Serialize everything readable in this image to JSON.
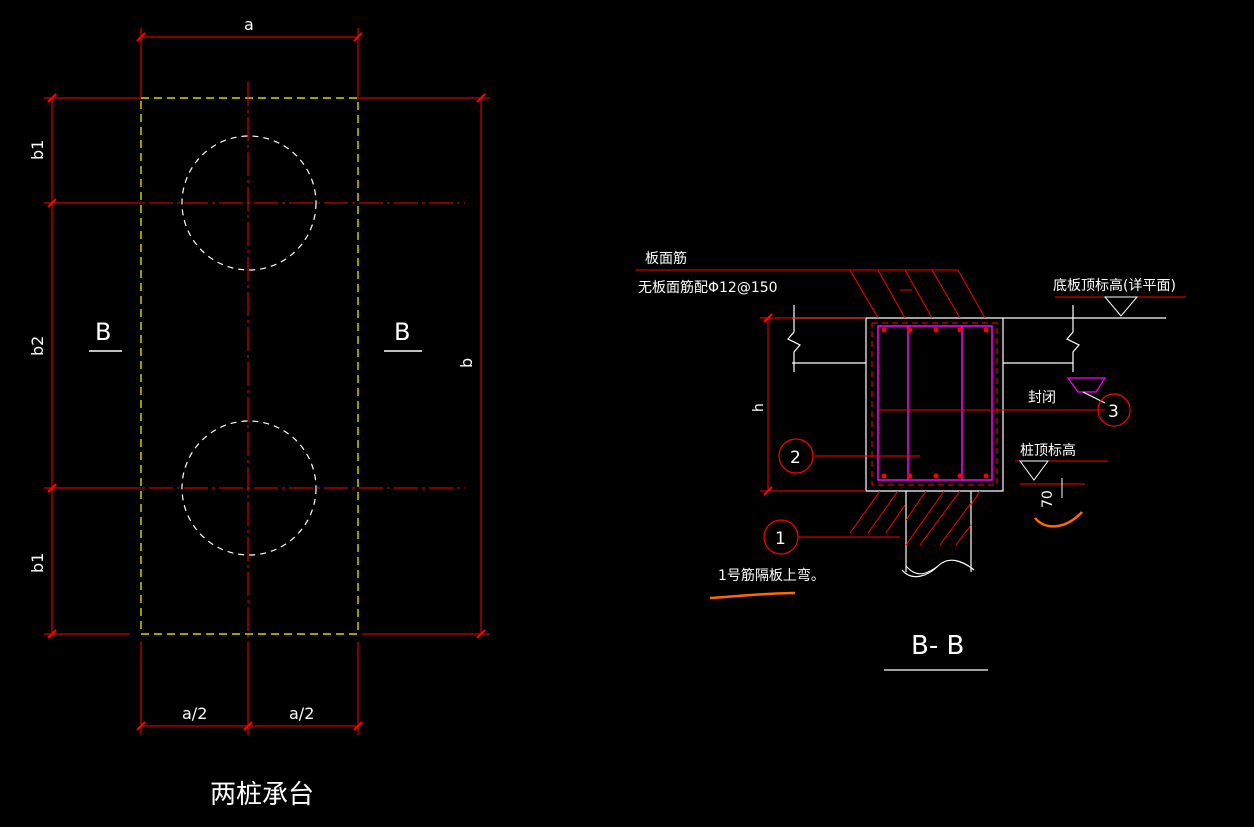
{
  "plan": {
    "dim_top": "a",
    "dim_left_top": "b1",
    "dim_left_mid": "b2",
    "dim_left_bottom": "b1",
    "dim_right": "b",
    "dim_bottom_left": "a/2",
    "dim_bottom_right": "a/2",
    "section_mark_left": "B",
    "section_mark_right": "B",
    "title": "两桩承台"
  },
  "section": {
    "slab_rebar_label": "板面筋",
    "no_slab_rebar_note": "无板面筋配Φ12@150",
    "bottom_slab_elev": "底板顶标高(详平面)",
    "closure_label": "封闭",
    "pile_top_elev": "桩顶标高",
    "dim_h": "h",
    "dim_70": "70",
    "callout_1": "1",
    "callout_2": "2",
    "callout_3": "3",
    "note_bar1": "1号筋隔板上弯。",
    "title": "B- B"
  },
  "colors": {
    "background": "#000000",
    "red": "#ff0000",
    "yellow": "#ffff00",
    "white": "#ffffff",
    "magenta": "#ff00ff",
    "orange": "#ff6a00"
  }
}
